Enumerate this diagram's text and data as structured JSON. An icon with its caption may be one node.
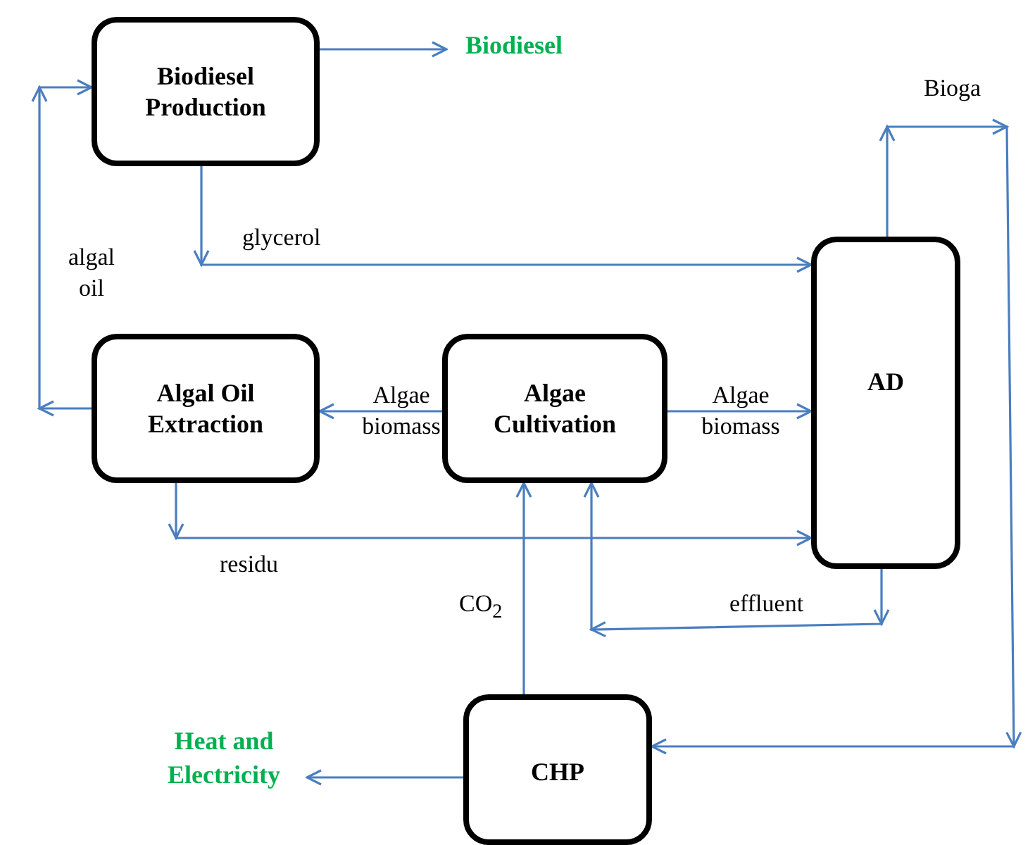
{
  "diagram": {
    "nodes": [
      {
        "text": [
          "Biodiesel Production"
        ]
      },
      {
        "text": [
          "Algal Oil Extraction"
        ]
      },
      {
        "text": [
          "Algae Cultivation"
        ]
      },
      {
        "text": [
          "AD"
        ]
      },
      {
        "text": [
          "CHP"
        ]
      },
      {
        "text": [
          "Biodiesel"
        ]
      },
      {
        "text": [
          "Heat and Electricity"
        ]
      }
    ],
    "edges": [
      {
        "from": 0,
        "to": 5,
        "arrow": "to"
      },
      {
        "from": 1,
        "to": 0,
        "arrow": "to",
        "label": "algal oil"
      },
      {
        "from": 0,
        "to": 3,
        "arrow": "to",
        "label": "glycerol"
      },
      {
        "from": 2,
        "to": 1,
        "arrow": "to",
        "label": "Algae biomass"
      },
      {
        "from": 2,
        "to": 3,
        "arrow": "to",
        "label": "Algae biomass"
      },
      {
        "from": 1,
        "to": 3,
        "arrow": "to",
        "label": "residu"
      },
      {
        "from": 4,
        "to": 2,
        "arrow": "to",
        "label": "CO$_{2}$"
      },
      {
        "from": 3,
        "to": 2,
        "arrow": "to",
        "label": "effluent"
      },
      {
        "from": 3,
        "to": 4,
        "arrow": "to",
        "label": "Bioga"
      },
      {
        "from": 4,
        "to": 6,
        "arrow": "to"
      }
    ]
  }
}
